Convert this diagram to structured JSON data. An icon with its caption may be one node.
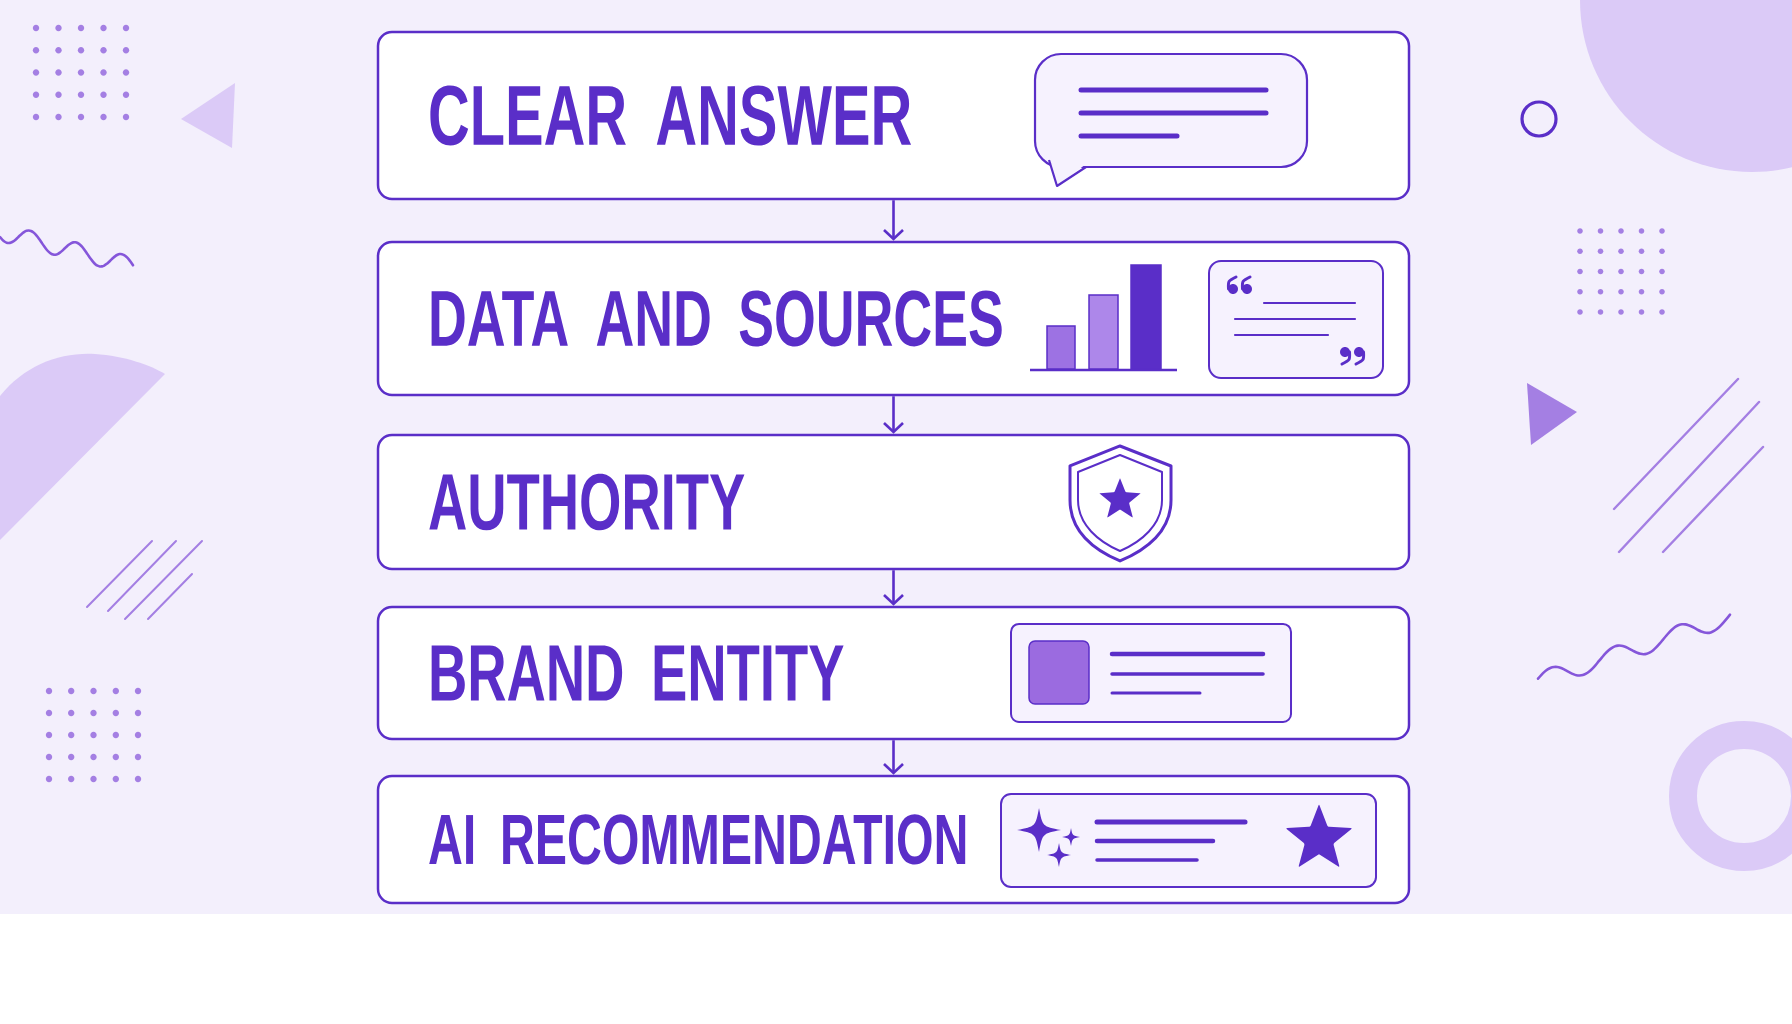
{
  "diagram": {
    "nodes": [
      {
        "text": [
          "CLEAR ANSWER"
        ]
      },
      {
        "text": [
          "DATA AND SOURCES"
        ]
      },
      {
        "text": [
          "AUTHORITY"
        ]
      },
      {
        "text": [
          "BRAND ENTITY"
        ]
      },
      {
        "text": [
          "AI RECOMMENDATION"
        ]
      }
    ],
    "edges": [
      {
        "from": 0,
        "to": 1,
        "arrow": "to"
      },
      {
        "from": 1,
        "to": 2,
        "arrow": "to"
      },
      {
        "from": 2,
        "to": 3,
        "arrow": "to"
      },
      {
        "from": 3,
        "to": 4,
        "arrow": "to"
      }
    ]
  }
}
